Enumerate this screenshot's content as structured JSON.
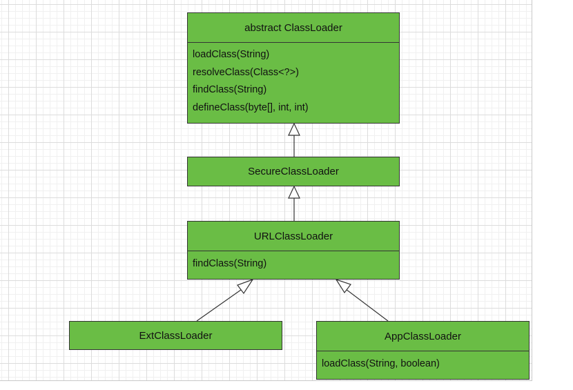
{
  "classes": [
    {
      "id": "classloader",
      "name": "abstract ClassLoader",
      "methods": [
        "loadClass(String)",
        "resolveClass(Class<?>)",
        "findClass(String)",
        "defineClass(byte[], int, int)"
      ]
    },
    {
      "id": "secureclassloader",
      "name": "SecureClassLoader",
      "methods": []
    },
    {
      "id": "urlclassloader",
      "name": "URLClassLoader",
      "methods": [
        "findClass(String)"
      ]
    },
    {
      "id": "extclassloader",
      "name": "ExtClassLoader",
      "methods": []
    },
    {
      "id": "appclassloader",
      "name": "AppClassLoader",
      "methods": [
        "loadClass(String, boolean)"
      ]
    }
  ],
  "relations": [
    {
      "type": "inheritance",
      "from": "SecureClassLoader",
      "to": "abstract ClassLoader"
    },
    {
      "type": "inheritance",
      "from": "URLClassLoader",
      "to": "SecureClassLoader"
    },
    {
      "type": "inheritance",
      "from": "ExtClassLoader",
      "to": "URLClassLoader"
    },
    {
      "type": "inheritance",
      "from": "AppClassLoader",
      "to": "URLClassLoader"
    }
  ],
  "colors": {
    "class_fill": "#6abd45",
    "class_border": "#333333",
    "line": "#333333",
    "grid": "#dcdcdc"
  }
}
